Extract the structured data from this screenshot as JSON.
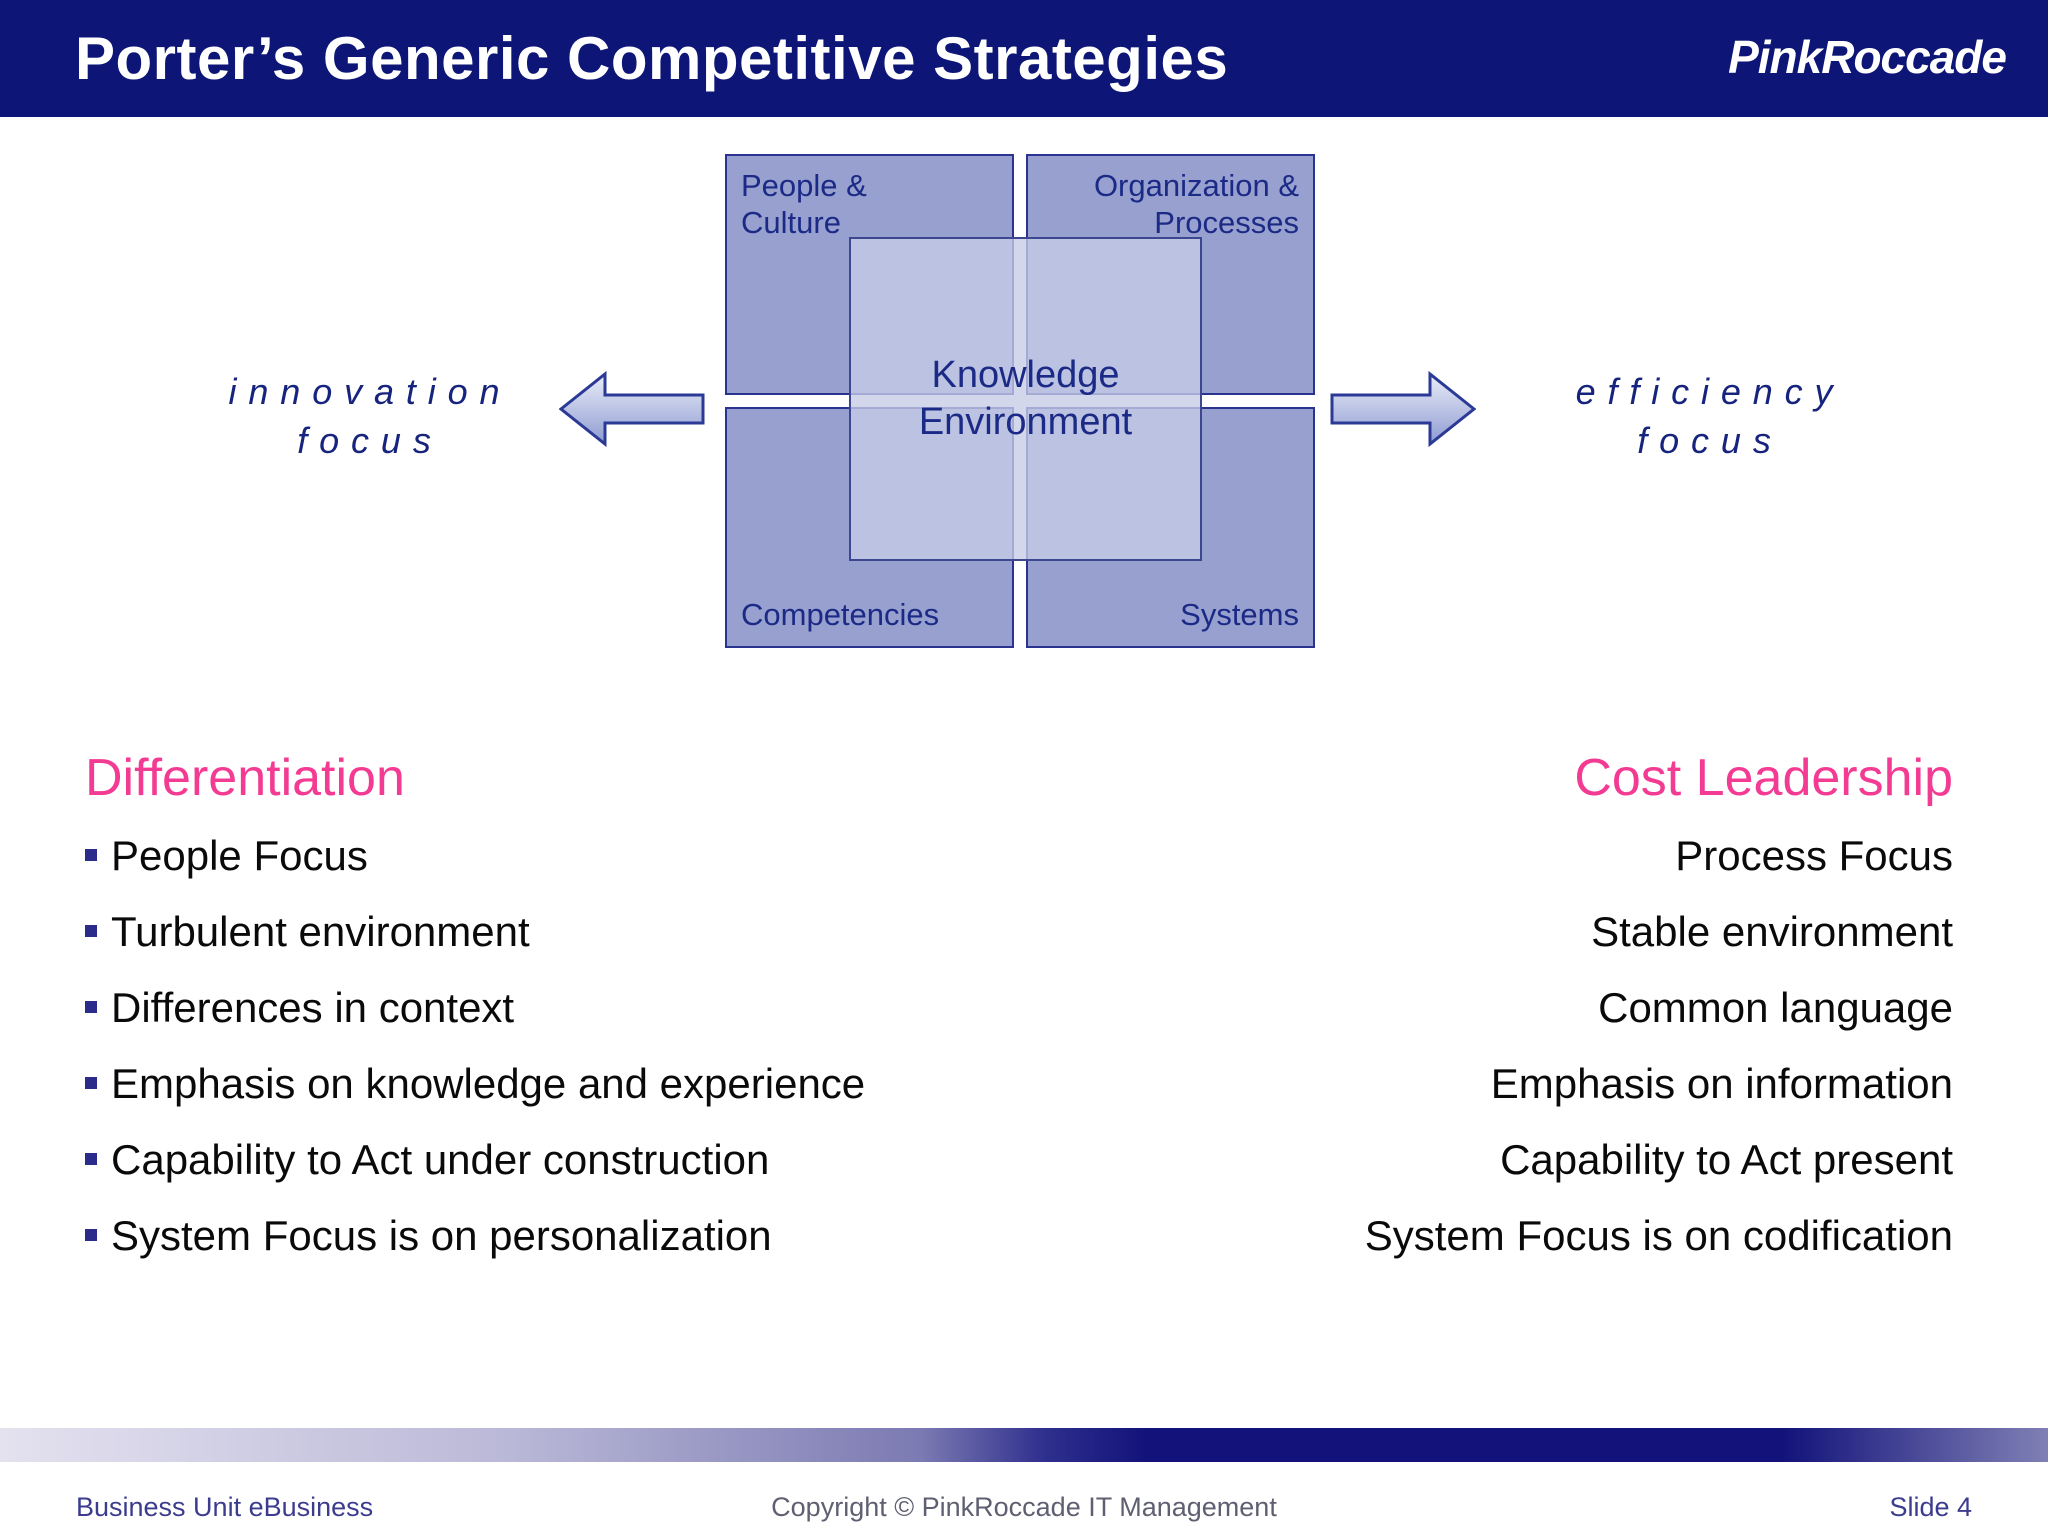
{
  "header": {
    "title": "Porter’s Generic Competitive Strategies",
    "logo": "PinkRoccade"
  },
  "diagram": {
    "quadrant_top_left": "People &\nCulture",
    "quadrant_top_right": "Organization &\nProcesses",
    "quadrant_bottom_left": "Competencies",
    "quadrant_bottom_right": "Systems",
    "center_label": "Knowledge\nEnvironment",
    "left_arrow_label": "innovation\nfocus",
    "right_arrow_label": "efficiency\nfocus"
  },
  "columns": {
    "left": {
      "heading": "Differentiation",
      "items": [
        "People Focus",
        "Turbulent environment",
        "Differences in context",
        "Emphasis on knowledge and experience",
        "Capability to Act under construction",
        "System Focus is on personalization"
      ]
    },
    "right": {
      "heading": "Cost Leadership",
      "items": [
        "Process Focus",
        "Stable environment",
        "Common language",
        "Emphasis on information",
        "Capability to Act present",
        "System Focus is on codification"
      ]
    }
  },
  "footer": {
    "left": "Business Unit eBusiness",
    "center": "Copyright © PinkRoccade IT Management",
    "right": "Slide 4"
  },
  "colors": {
    "header_bg": "#0d1677",
    "accent_pink": "#f43b93",
    "navy_text": "#1b2a86",
    "quadrant_fill": "#97a0ce",
    "arrow_stroke": "#2b3a96"
  }
}
